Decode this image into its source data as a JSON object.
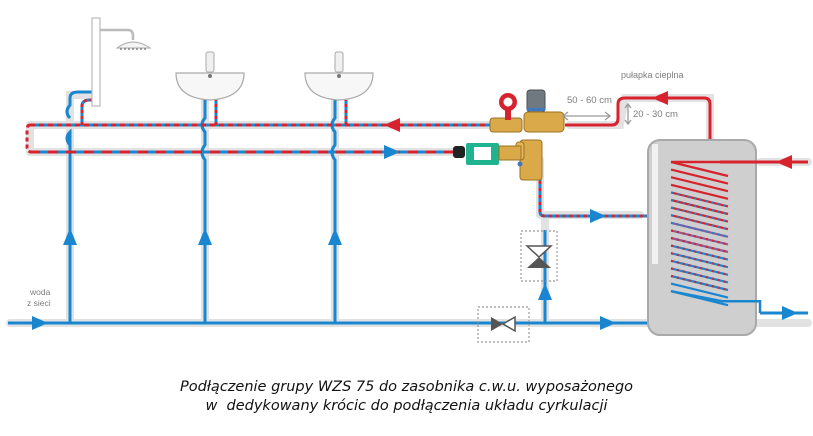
{
  "labels": {
    "heat_trap": "pułapka cieplna",
    "horizontal_distance": "50 - 60 cm",
    "vertical_distance": "20 - 30 cm",
    "water_inlet_line1": "woda",
    "water_inlet_line2": "z sieci"
  },
  "caption": {
    "line1": "Podłączenie grupy WZS 75 do zasobnika c.w.u. wyposażonego",
    "line2": "w  dedykowany krócic do podłączenia układu cyrkulacji"
  },
  "components": {
    "fixtures": [
      "shower",
      "washbasin",
      "washbasin"
    ],
    "circulation_group": [
      "pressure-gauge-valve",
      "thermostatic-mixing-valve",
      "circulation-pump",
      "check-valve"
    ],
    "valves": [
      "shutoff-valve-vertical",
      "shutoff-valve-horizontal"
    ],
    "tank": "hot-water-tank-with-coil"
  },
  "colors": {
    "hot": "#d7232d",
    "cold": "#1a86d0",
    "pipe_shadow": "#dcdcdc",
    "tank_body": "#d0d0d0",
    "tank_border": "#a9a9a9",
    "label": "#7d7d7d",
    "brass": "#d9a94a",
    "pump": "#1fb38f"
  }
}
